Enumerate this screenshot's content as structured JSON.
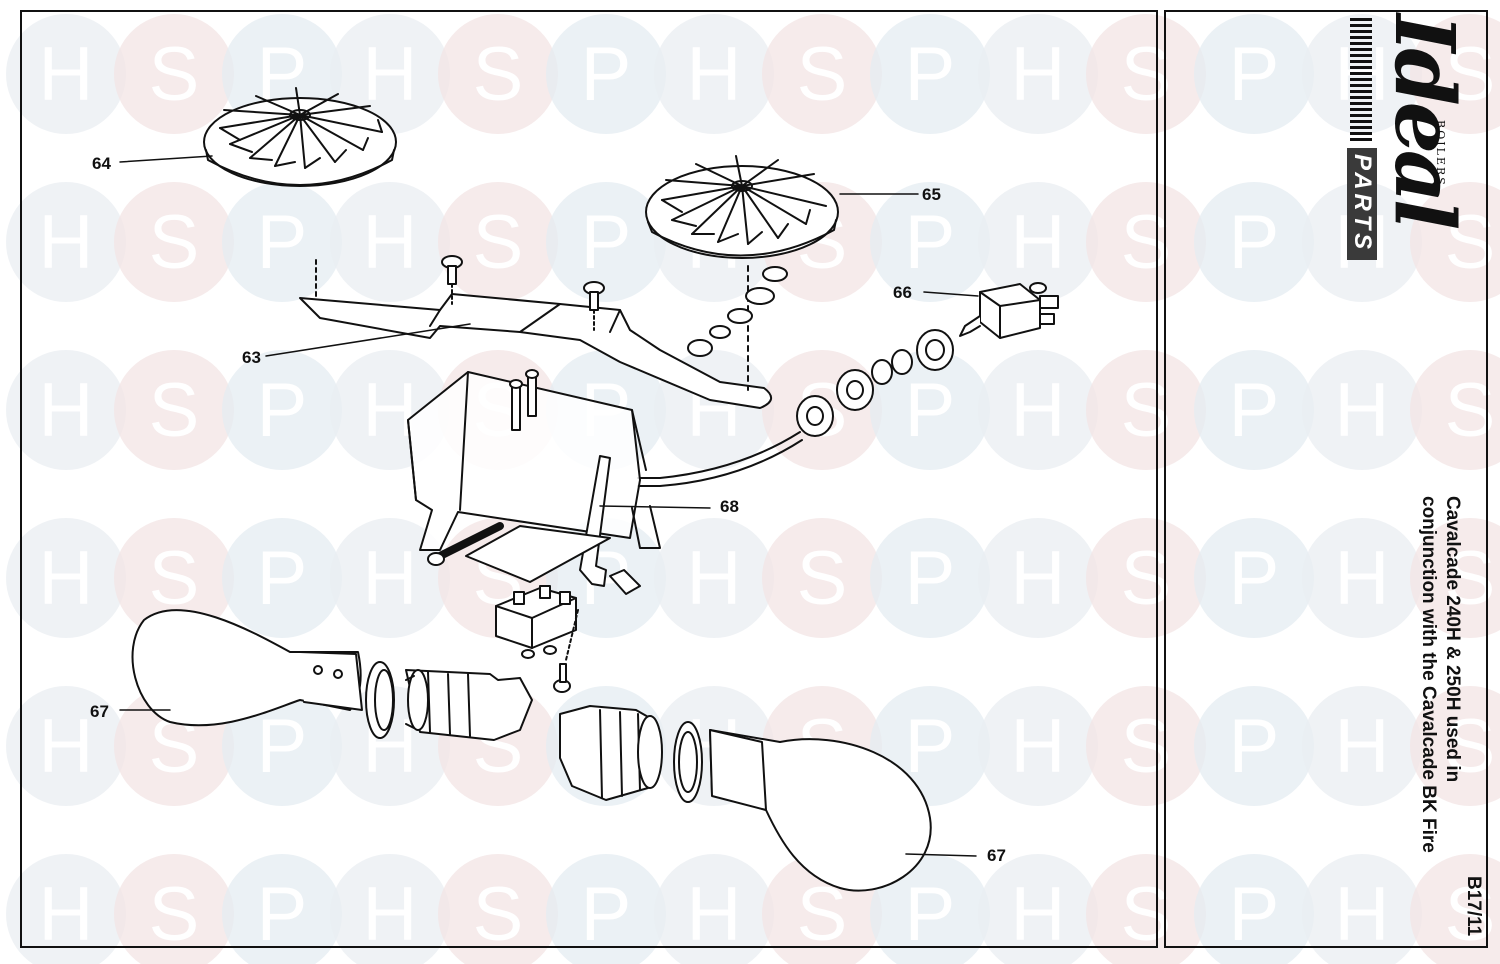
{
  "watermark": {
    "letters": [
      "H",
      "S",
      "P"
    ]
  },
  "brand": {
    "name": "Ideal",
    "sub": "BOILERS",
    "parts": "PARTS"
  },
  "title": {
    "line1": "Cavalcade 240H & 250H used in",
    "line2": "conjunction with the Cavalcade BK Fire"
  },
  "code": "B17/11",
  "callouts": {
    "c63": "63",
    "c64": "64",
    "c65": "65",
    "c66": "66",
    "c67a": "67",
    "c67b": "67",
    "c68": "68"
  }
}
